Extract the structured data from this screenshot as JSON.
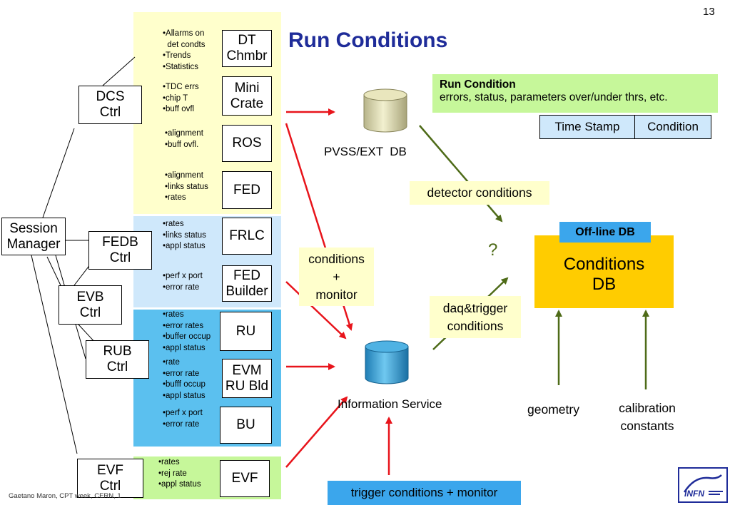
{
  "page_number": "13",
  "title": "Run Conditions",
  "footer": "Gaetano Maron, CPT week, CERN, 1",
  "logo_text": "INFN",
  "colors": {
    "title": "#1f2c99",
    "yellow_panel": "#ffffcc",
    "light_blue_panel": "#cfe8fb",
    "blue_panel": "#5bc0ef",
    "green_panel": "#c6f79a",
    "arrow_red": "#e8141b",
    "arrow_green": "#4e6b18",
    "offline_blue": "#3ba6ec",
    "conditions_db": "#ffcc00"
  },
  "session_manager": "Session\nManager",
  "controllers": {
    "dcs": "DCS\nCtrl",
    "fedb": "FEDB\nCtrl",
    "evb": "EVB\nCtrl",
    "rub": "RUB\nCtrl",
    "evf": "EVF\nCtrl"
  },
  "components": {
    "dt": {
      "label": "DT\nChmbr",
      "bullets": [
        "Allarms on",
        "det condts",
        "Trends",
        "Statistics"
      ]
    },
    "mini": {
      "label": "Mini\nCrate",
      "bullets": [
        "TDC errs",
        "chip T",
        "buff ovfl"
      ]
    },
    "ros": {
      "label": "ROS",
      "bullets": [
        "alignment",
        "buff ovfl."
      ]
    },
    "fed": {
      "label": "FED",
      "bullets": [
        "alignment",
        "links status",
        "rates"
      ]
    },
    "frlc": {
      "label": "FRLC",
      "bullets": [
        "rates",
        "links status",
        "appl status"
      ]
    },
    "fedbuilder": {
      "label": "FED\nBuilder",
      "bullets": [
        "perf x port",
        "error rate"
      ]
    },
    "ru": {
      "label": "RU",
      "bullets": [
        "rates",
        "error rates",
        "buffer occup",
        "appl status"
      ]
    },
    "evm": {
      "label": "EVM\nRU Bld",
      "bullets": [
        "rate",
        "error rate",
        "bufff occup",
        "appl status"
      ]
    },
    "bu": {
      "label": "BU",
      "bullets": [
        "perf x port",
        "error rate"
      ]
    },
    "evf": {
      "label": "EVF",
      "bullets": [
        "rates",
        "rej rate",
        "appl status"
      ]
    }
  },
  "pvss_label": "PVSS/EXT  DB",
  "info_service_label": "Information Service",
  "conditions_monitor": "conditions\n+\nmonitor",
  "detector_conditions": "detector conditions",
  "daq_trigger": "daq&trigger\nconditions",
  "question": "?",
  "run_condition": {
    "title": "Run Condition",
    "text": "errors, status, parameters over/under  thrs, etc."
  },
  "table_headers": [
    "Time Stamp",
    "Condition"
  ],
  "offline_db": "Off-line DB",
  "conditions_db": "Conditions\nDB",
  "geometry": "geometry",
  "calibration": "calibration\nconstants",
  "trigger_monitor": "trigger conditions + monitor"
}
